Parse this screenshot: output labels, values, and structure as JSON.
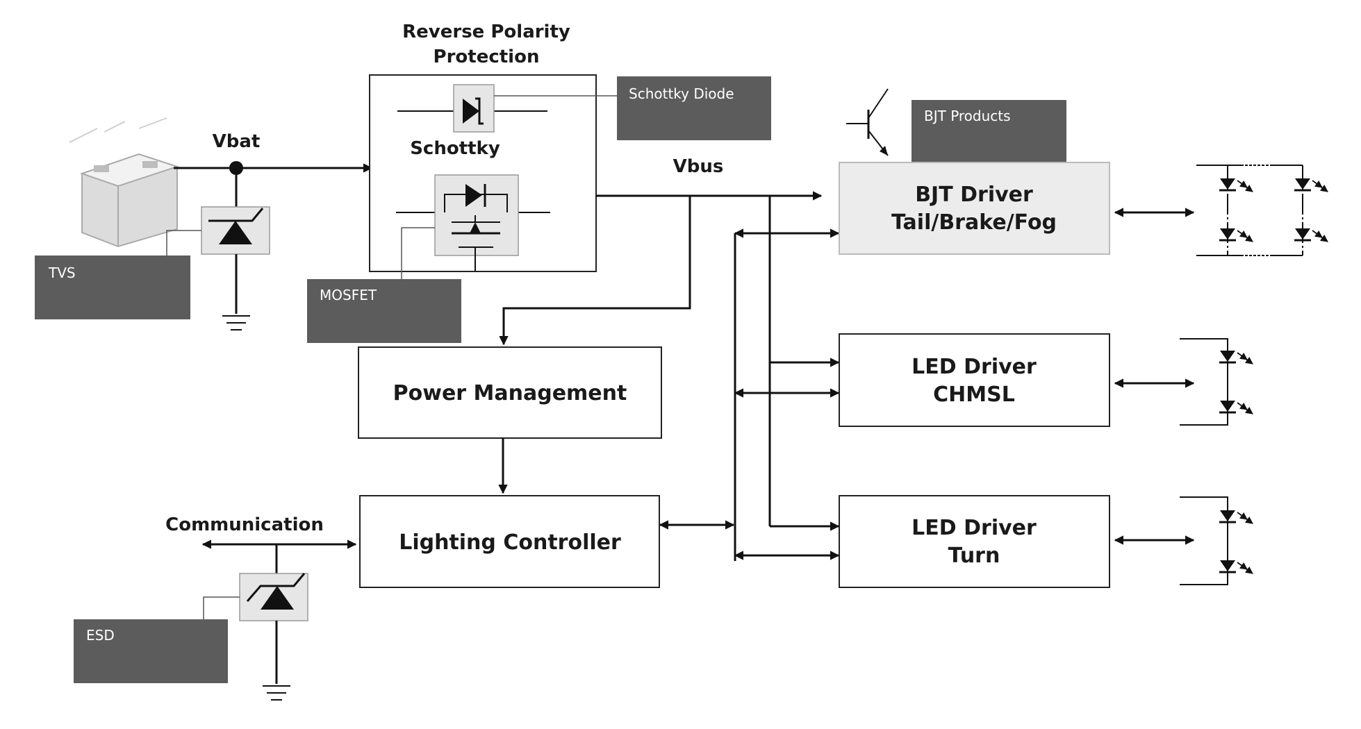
{
  "labels": {
    "reverse_polarity_line1": "Reverse Polarity",
    "reverse_polarity_line2": "Protection",
    "schottky": "Schottky",
    "vbat": "Vbat",
    "vbus": "Vbus",
    "communication": "Communication"
  },
  "callouts": {
    "schottky_diode": "Schottky Diode",
    "bjt_products": "BJT Products",
    "tvs": "TVS",
    "mosfet": "MOSFET",
    "esd": "ESD"
  },
  "blocks": {
    "power_management": "Power Management",
    "lighting_controller": "Lighting Controller",
    "bjt_driver_line1": "BJT Driver",
    "bjt_driver_line2": "Tail/Brake/Fog",
    "led_chmsl_line1": "LED Driver",
    "led_chmsl_line2": "CHMSL",
    "led_turn_line1": "LED Driver",
    "led_turn_line2": "Turn"
  },
  "icons": [
    "battery-icon",
    "tvs-diode-icon",
    "esd-diode-icon",
    "schottky-diode-icon",
    "mosfet-icon",
    "bjt-transistor-icon",
    "led-icon",
    "ground-icon"
  ],
  "colors": {
    "callout_fill": "#5c5c5c",
    "chip_fill": "#e6e6e6",
    "bjt_block_fill": "#ececec",
    "line": "#111111"
  }
}
